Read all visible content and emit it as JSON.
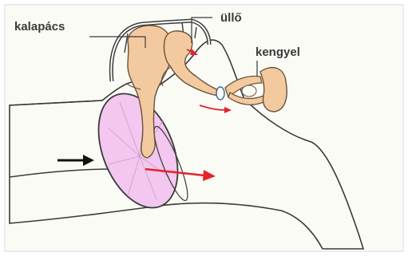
{
  "labels": {
    "malleus": "kalapács",
    "incus": "üllő",
    "stapes": "kengyel"
  },
  "colors": {
    "canal_fill": "#fbfbf6",
    "bone_fill": "#f3caa0",
    "eardrum_fill": "#f3c7ef",
    "sound_arrow": "#111111",
    "vibration_arrow": "#e5212b",
    "outline": "#3a3a3a"
  }
}
